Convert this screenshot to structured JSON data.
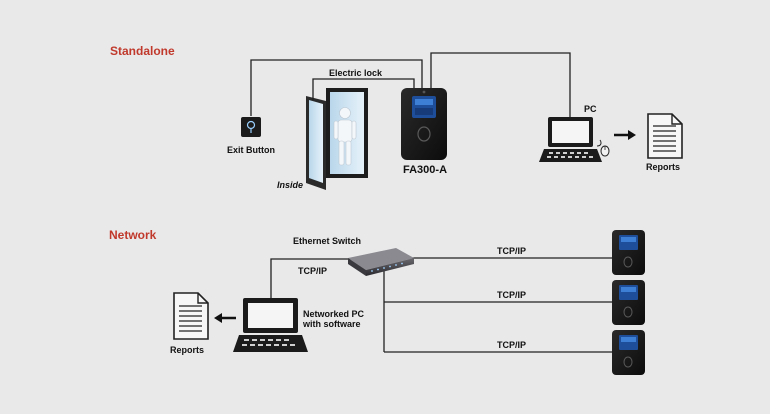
{
  "colors": {
    "background": "#e9e9ea",
    "section_heading": "#c0392b",
    "line": "#222222",
    "device_body": "#161616",
    "device_screen": "#1e4e9a"
  },
  "standalone": {
    "heading": "Standalone",
    "electric_lock_label": "Electric lock",
    "exit_button_label": "Exit Button",
    "inside_label": "Inside",
    "device_label": "FA300-A",
    "pc_label": "PC",
    "reports_label": "Reports",
    "icons": [
      "exit-button-icon",
      "door-icon",
      "person-icon",
      "terminal-icon",
      "laptop-icon",
      "mouse-icon",
      "arrow-right-icon",
      "report-document-icon"
    ]
  },
  "network": {
    "heading": "Network",
    "switch_label": "Ethernet Switch",
    "tcpip_left_label": "TCP/IP",
    "pc_label_line1": "Networked PC",
    "pc_label_line2": "with software",
    "reports_label": "Reports",
    "links": [
      {
        "label": "TCP/IP"
      },
      {
        "label": "TCP/IP"
      },
      {
        "label": "TCP/IP"
      }
    ],
    "icons": [
      "switch-icon",
      "laptop-icon",
      "arrow-left-icon",
      "report-document-icon",
      "terminal-icon"
    ]
  }
}
